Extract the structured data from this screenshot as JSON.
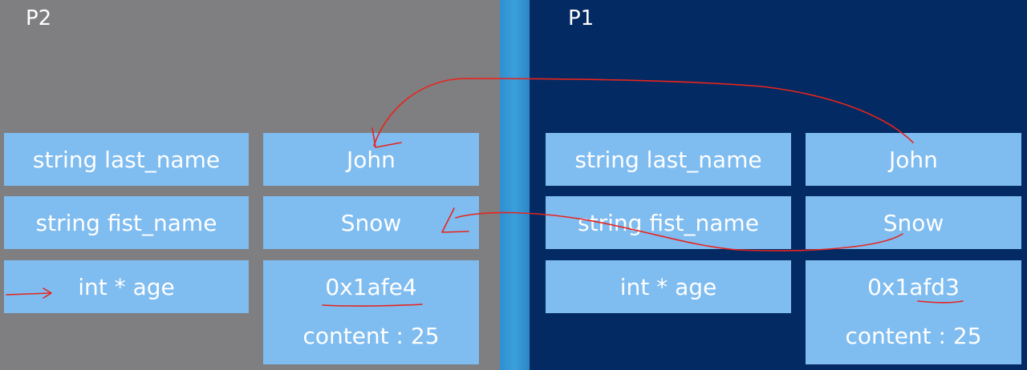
{
  "panels": {
    "p2": {
      "title": "P2",
      "fields": {
        "last_name": {
          "label": "string last_name",
          "value": "John"
        },
        "first_name": {
          "label": "string fist_name",
          "value": "Snow"
        },
        "age": {
          "label": "int * age",
          "address": "0x1afe4",
          "content": "content : 25"
        }
      }
    },
    "p1": {
      "title": "P1",
      "fields": {
        "last_name": {
          "label": "string last_name",
          "value": "John"
        },
        "first_name": {
          "label": "string fist_name",
          "value": "Snow"
        },
        "age": {
          "label": "int * age",
          "address": "0x1afd3",
          "content": "content : 25"
        }
      }
    }
  },
  "colors": {
    "p2_background": "#7f7e80",
    "p1_background": "#032a63",
    "divider": "#3aa0dc",
    "cell": "#7fbcf0",
    "text": "#ffffff",
    "annotation": "#e8241c"
  }
}
